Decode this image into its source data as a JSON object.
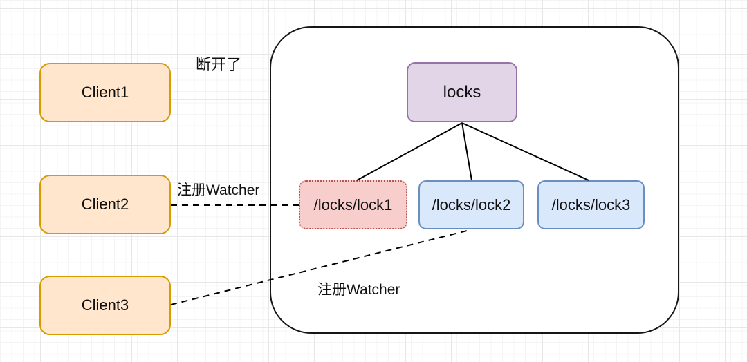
{
  "diagram": {
    "clients": [
      {
        "label": "Client1"
      },
      {
        "label": "Client2"
      },
      {
        "label": "Client3"
      }
    ],
    "zookeeper": {
      "root": {
        "label": "locks"
      },
      "nodes": [
        {
          "label": "/locks/lock1"
        },
        {
          "label": "/locks/lock2"
        },
        {
          "label": "/locks/lock3"
        }
      ]
    },
    "annotations": {
      "disconnected": "断开了",
      "watcher1": "注册Watcher",
      "watcher2": "注册Watcher"
    },
    "colors": {
      "client_fill": "#FFE6CC",
      "client_stroke": "#D79B00",
      "root_fill": "#E1D5E7",
      "root_stroke": "#9673A6",
      "lock_fill": "#DAE8FC",
      "lock_stroke": "#6C8EBF",
      "disconnected_lock_fill": "#F8CECC",
      "disconnected_lock_stroke": "#B85450",
      "connector": "#000000",
      "container_stroke": "#161616",
      "grid_minor": "#f4f4f4",
      "grid_major": "#e7e7e7"
    }
  }
}
